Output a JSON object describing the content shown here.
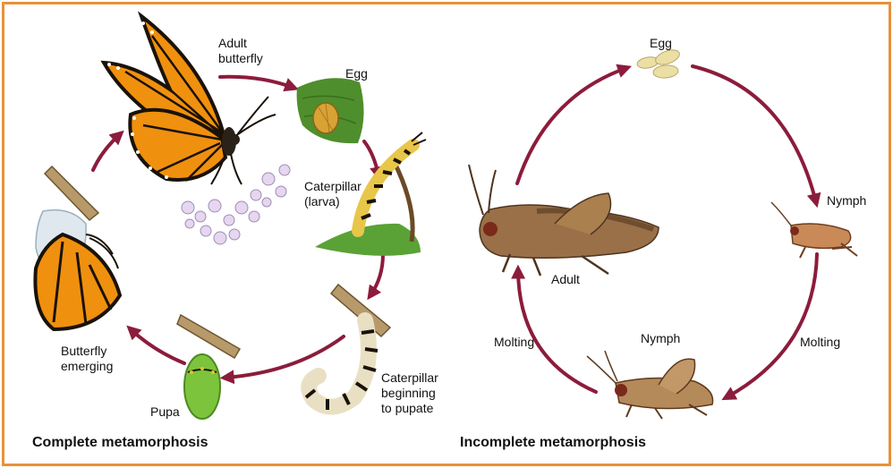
{
  "complete": {
    "title": "Complete metamorphosis",
    "stages": {
      "adult": [
        "Adult",
        "butterfly"
      ],
      "egg": "Egg",
      "caterpillar": [
        "Caterpillar",
        "(larva)"
      ],
      "pupating": [
        "Caterpillar",
        "beginning",
        "to pupate"
      ],
      "pupa": "Pupa",
      "emerging": [
        "Butterfly",
        "emerging"
      ]
    }
  },
  "incomplete": {
    "title": "Incomplete metamorphosis",
    "stages": {
      "egg": "Egg",
      "nymph_right": "Nymph",
      "molting_right": "Molting",
      "nymph_bottom": "Nymph",
      "molting_left": "Molting",
      "adult": "Adult"
    }
  },
  "colors": {
    "frame": "#e8913a",
    "arrow": "#8c1c3c",
    "monarch_orange": "#f0900f",
    "grasshopper": "#9a7048",
    "pupa_green": "#7cc43c"
  }
}
